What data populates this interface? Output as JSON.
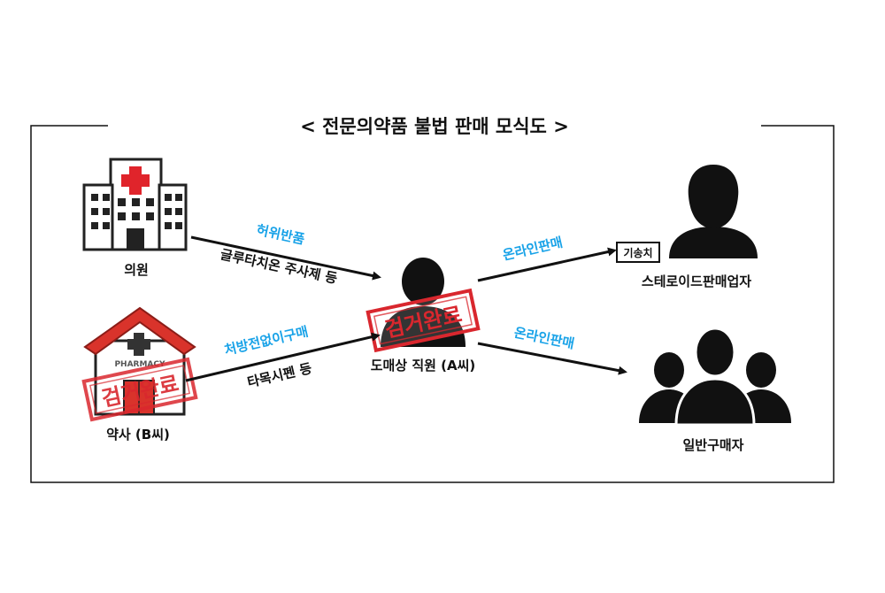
{
  "title": "< 전문의약품 불법 판매 모식도 >",
  "nodes": {
    "clinic": {
      "label": "의원"
    },
    "pharmacist": {
      "label": "약사 (B씨)",
      "sign": "PHARMACY"
    },
    "wholesaler": {
      "label": "도매상 직원 (A씨)"
    },
    "steroid_seller": {
      "label": "스테로이드판매업자",
      "badge": "기송치"
    },
    "buyers": {
      "label": "일반구매자"
    }
  },
  "edges": {
    "clinic_to_wholesaler": {
      "top": "허위반품",
      "bottom": "글루타치온 주사제 등"
    },
    "pharmacy_to_wholesaler": {
      "top": "처방전없이구매",
      "bottom": "타목시펜 등"
    },
    "wholesaler_to_steroid": {
      "top": "온라인판매"
    },
    "wholesaler_to_buyers": {
      "top": "온라인판매"
    }
  },
  "stamps": {
    "pharmacist": "검거완료",
    "wholesaler": "검거완료"
  },
  "colors": {
    "accent": "#1aa3e8",
    "stamp": "#d9272e",
    "roof": "#d9332b",
    "hospital_cross": "#e0242b",
    "ink": "#111111"
  }
}
